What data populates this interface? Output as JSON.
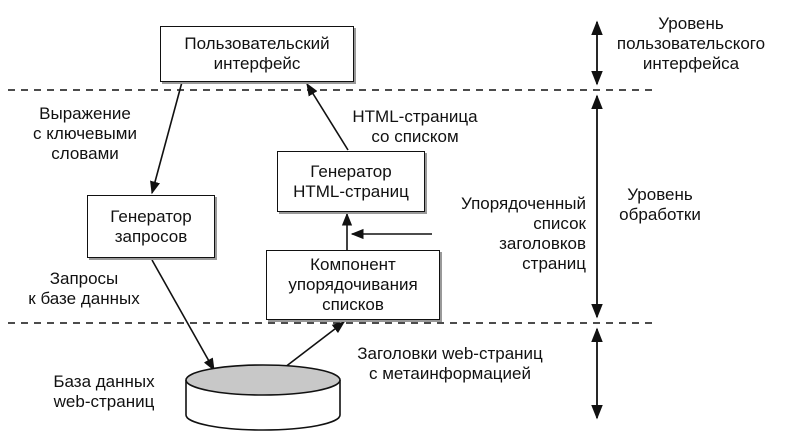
{
  "boxes": {
    "ui": [
      "Пользовательский",
      "интерфейс"
    ],
    "query_gen": [
      "Генератор",
      "запросов"
    ],
    "html_gen": [
      "Генератор",
      "HTML-страниц"
    ],
    "sorter": [
      "Компонент",
      "упорядочивания",
      "списков"
    ]
  },
  "database": [
    "База данных",
    "web-страниц"
  ],
  "edges": {
    "keywords": [
      "Выражение",
      "с ключевыми",
      "словами"
    ],
    "html_page": [
      "HTML-страница",
      "со списком"
    ],
    "sorted_list": [
      "Упорядоченный",
      "список",
      "заголовков",
      "страниц"
    ],
    "db_queries": [
      "Запросы",
      "к базе данных"
    ],
    "headers_meta": [
      "Заголовки web-страниц",
      "с метаинформацией"
    ]
  },
  "levels": {
    "ui": [
      "Уровень",
      "пользовательского",
      "интерфейса"
    ],
    "processing": [
      "Уровень",
      "обработки"
    ]
  }
}
